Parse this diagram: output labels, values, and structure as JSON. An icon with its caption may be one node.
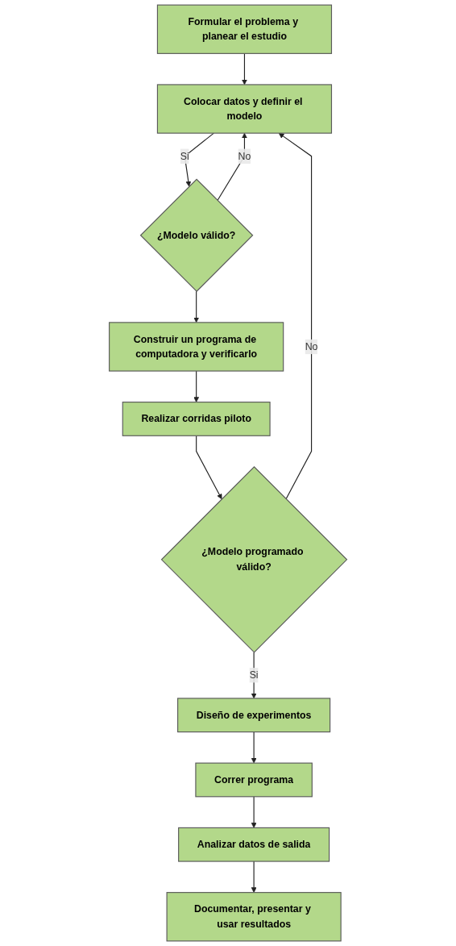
{
  "diagram": {
    "nodes": [
      {
        "text": [
          "Formular el problema y planear el estudio"
        ]
      },
      {
        "text": [
          "Colocar datos y definir el modelo"
        ]
      },
      {
        "text": [
          "¿Modelo válido?"
        ]
      },
      {
        "text": [
          "Construir un programa de computadora y verificarlo"
        ]
      },
      {
        "text": [
          "Realizar corridas piloto"
        ]
      },
      {
        "text": [
          "¿Modelo programado válido?"
        ]
      },
      {
        "text": [
          "Diseño de experimentos"
        ]
      },
      {
        "text": [
          "Correr programa"
        ]
      },
      {
        "text": [
          "Analizar datos de salida"
        ]
      },
      {
        "text": [
          "Documentar, presentar y usar resultados"
        ]
      }
    ],
    "edges": [
      {
        "from": 0,
        "to": 1,
        "arrow": "to"
      },
      {
        "from": 1,
        "to": 2,
        "arrow": "to",
        "label": "Si"
      },
      {
        "from": 2,
        "to": 1,
        "arrow": "to",
        "label": "No"
      },
      {
        "from": 2,
        "to": 3,
        "arrow": "to"
      },
      {
        "from": 3,
        "to": 4,
        "arrow": "to"
      },
      {
        "from": 4,
        "to": 5,
        "arrow": "to"
      },
      {
        "from": 5,
        "to": 1,
        "arrow": "to",
        "label": "No"
      },
      {
        "from": 5,
        "to": 6,
        "arrow": "to",
        "label": "Si"
      },
      {
        "from": 6,
        "to": 7,
        "arrow": "to"
      },
      {
        "from": 7,
        "to": 8,
        "arrow": "to"
      },
      {
        "from": 8,
        "to": 9,
        "arrow": "to"
      }
    ]
  }
}
